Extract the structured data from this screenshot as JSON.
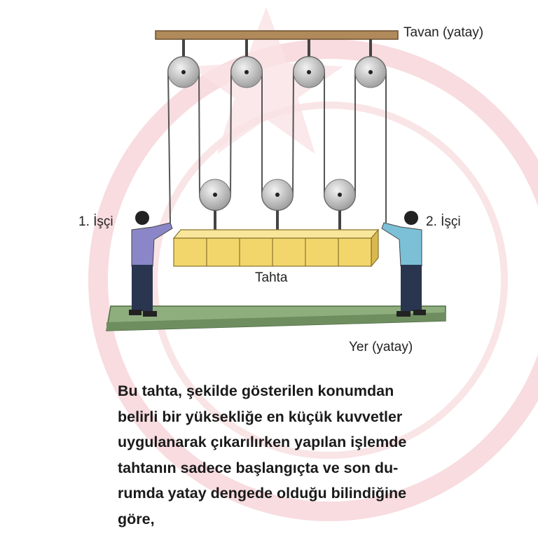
{
  "figure": {
    "labels": {
      "ceiling": "Tavan (yatay)",
      "worker1": "1. İşçi",
      "worker2": "2. İşçi",
      "board": "Tahta",
      "ground": "Yer (yatay)"
    },
    "colors": {
      "ceiling": "#b08a5a",
      "board": "#f2d66b",
      "ground": "#8fae7e",
      "worker1_shirt": "#8a86c8",
      "worker2_shirt": "#7cc0d8",
      "watermark": "#f3c6cc"
    },
    "pulley_count_top": 4,
    "pulley_count_bottom": 3,
    "board_segments": 6
  },
  "question": {
    "lines": [
      "Bu tahta, şekilde gösterilen konumdan",
      "belirli bir yüksekliğe en küçük kuvvetler",
      "uygulanarak çıkarılırken yapılan işlemde",
      "tahtanın sadece başlangıçta ve son du-",
      "rumda yatay dengede olduğu bilindiğine",
      "göre,"
    ]
  }
}
